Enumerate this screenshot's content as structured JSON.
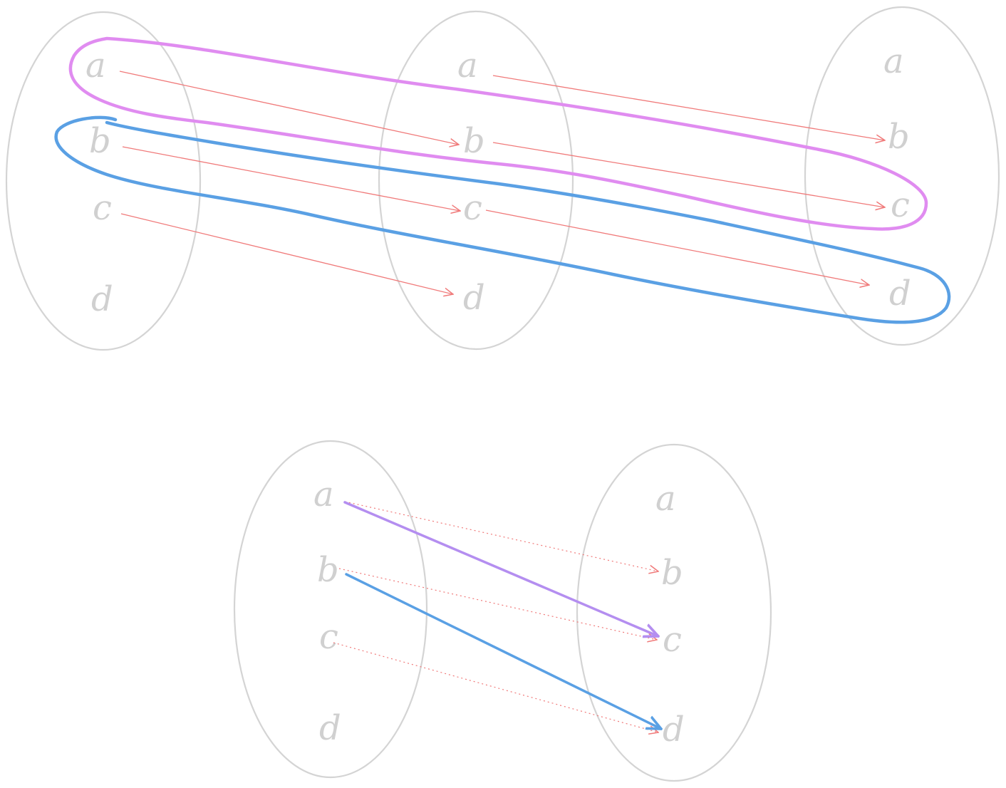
{
  "diagram": {
    "colors": {
      "set_outline": "#d4d4d4",
      "element_text": "#d0d0d0",
      "mapping_arrow": "#f07a7a",
      "loop_pink": "#e08cf0",
      "loop_blue": "#5aa0e4",
      "composite_purple": "#b48ef0",
      "composite_blue": "#5aa0e4"
    },
    "top_sets": [
      {
        "elements": [
          "a",
          "b",
          "c",
          "d"
        ]
      },
      {
        "elements": [
          "a",
          "b",
          "c",
          "d"
        ]
      },
      {
        "elements": [
          "a",
          "b",
          "c",
          "d"
        ]
      }
    ],
    "bottom_sets": [
      {
        "elements": [
          "a",
          "b",
          "c",
          "d"
        ]
      },
      {
        "elements": [
          "a",
          "b",
          "c",
          "d"
        ]
      }
    ],
    "top_maps": [
      {
        "from_set": 1,
        "to_set": 2,
        "pairs": [
          [
            "a",
            "b"
          ],
          [
            "b",
            "c"
          ],
          [
            "c",
            "d"
          ]
        ]
      },
      {
        "from_set": 2,
        "to_set": 3,
        "pairs": [
          [
            "a",
            "b"
          ],
          [
            "b",
            "c"
          ],
          [
            "c",
            "d"
          ]
        ]
      }
    ],
    "loops": [
      {
        "color": "pink",
        "path_elements": [
          "a",
          "b",
          "c"
        ]
      },
      {
        "color": "blue",
        "path_elements": [
          "b",
          "c",
          "d"
        ]
      }
    ],
    "bottom_dotted_maps": [
      [
        "a",
        "b"
      ],
      [
        "b",
        "c"
      ],
      [
        "c",
        "d"
      ]
    ],
    "composite_maps": [
      {
        "from": "a",
        "to": "c",
        "color": "purple"
      },
      {
        "from": "b",
        "to": "d",
        "color": "blue"
      }
    ]
  }
}
